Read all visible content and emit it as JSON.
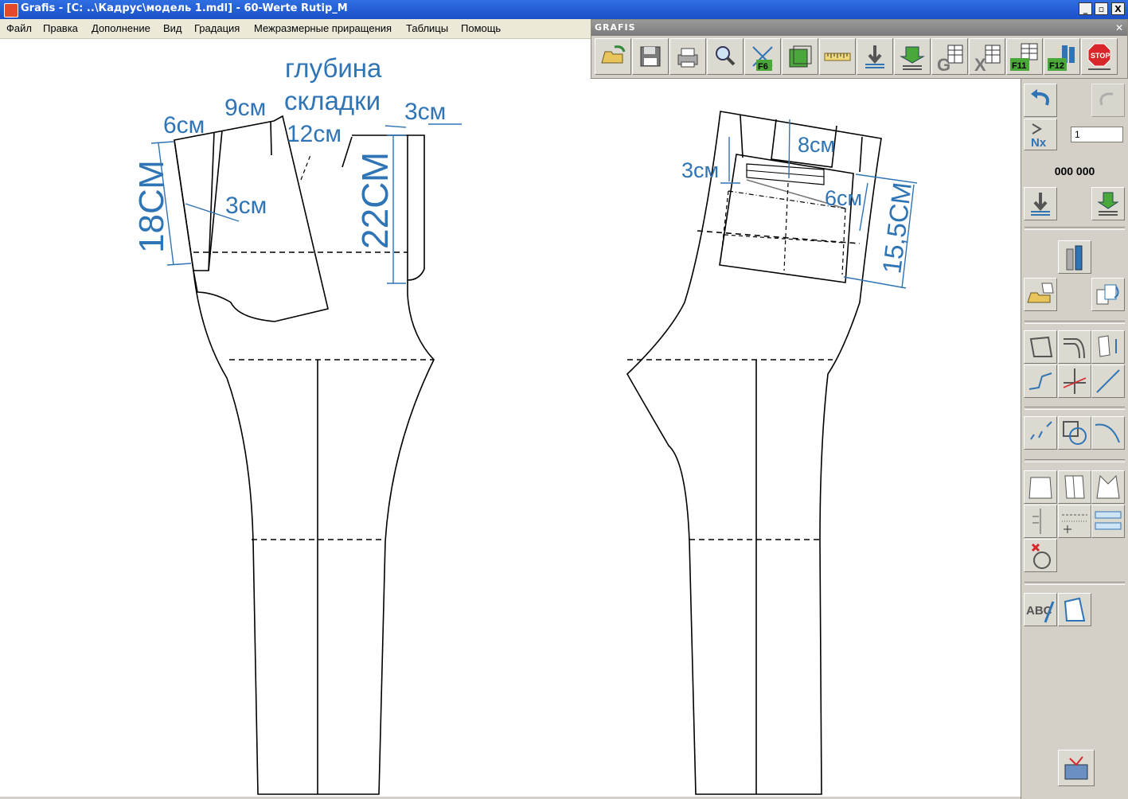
{
  "window": {
    "title": "Grafis - [C: ..\\Кадрус\\модель 1.mdl] - 60-Werte Rutip_M",
    "controls": [
      "_",
      "▫",
      "X"
    ]
  },
  "menu": [
    "Файл",
    "Правка",
    "Дополнение",
    "Вид",
    "Градация",
    "Межразмерные приращения",
    "Таблицы",
    "Помощь"
  ],
  "toolbar": {
    "title": "GRAFIS",
    "close": "✕",
    "buttons": [
      {
        "icon": "open-folder-icon",
        "label": ""
      },
      {
        "icon": "save-icon",
        "label": ""
      },
      {
        "icon": "print-icon",
        "label": ""
      },
      {
        "icon": "zoom-icon",
        "label": ""
      },
      {
        "icon": "zoom-fit-icon",
        "label": "F6"
      },
      {
        "icon": "layers-icon",
        "label": ""
      },
      {
        "icon": "tape-measure-icon",
        "label": ""
      },
      {
        "icon": "download-arrow-icon",
        "label": ""
      },
      {
        "icon": "download-green-icon",
        "label": ""
      },
      {
        "icon": "table-g-icon",
        "label": "G"
      },
      {
        "icon": "table-x-icon",
        "label": "X"
      },
      {
        "icon": "f11-table-icon",
        "label": "F11"
      },
      {
        "icon": "f12-pieces-icon",
        "label": "F12"
      },
      {
        "icon": "stop-icon",
        "label": "STOP"
      }
    ]
  },
  "panel": {
    "nx_value": "1",
    "nx_label": "Nx",
    "counter": "000 000",
    "text_tool_label": "ABC"
  },
  "drawing": {
    "colors": {
      "annotation": "#2f74b5",
      "pattern": "#000000"
    },
    "left_labels": {
      "pleat_depth_line1": "глубина",
      "pleat_depth_line2": "складки",
      "m6": "6см",
      "m9": "9см",
      "m12": "12см",
      "m3_top": "3см",
      "m3_side": "3см",
      "m18": "18СМ",
      "m22": "22СМ"
    },
    "right_labels": {
      "m8": "8см",
      "m3": "3см",
      "m6": "6см",
      "m155": "15,5СМ"
    }
  }
}
